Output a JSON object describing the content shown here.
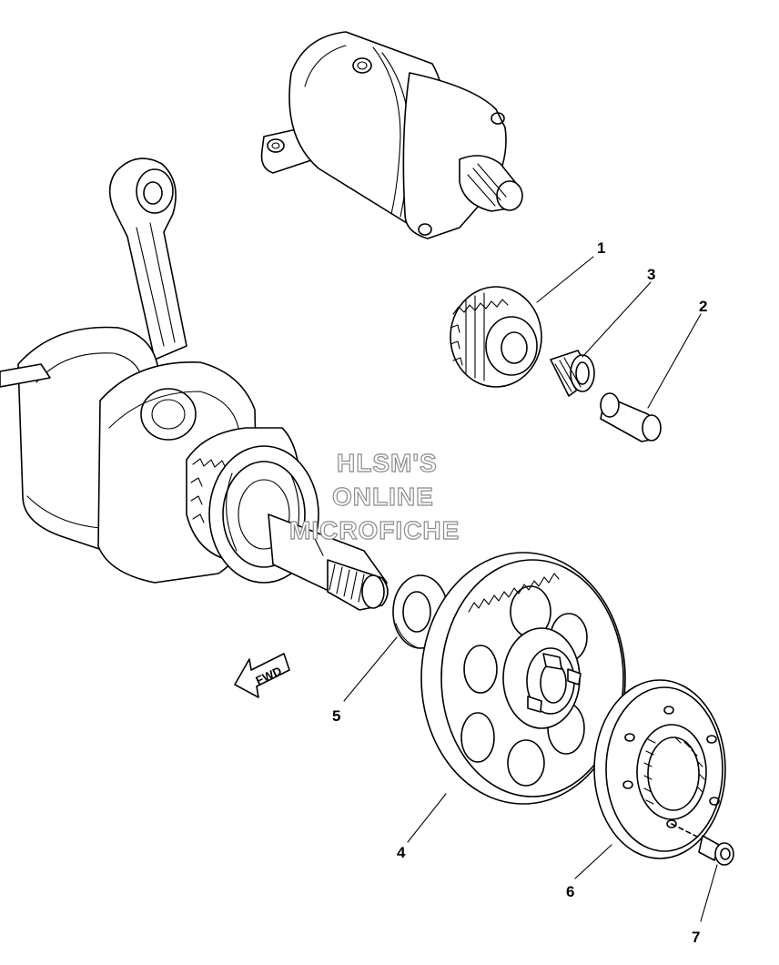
{
  "watermark": {
    "line1": "HLSM'S",
    "line2": "ONLINE",
    "line3": "MICROFICHE"
  },
  "fwd_label": "FWD",
  "callouts": [
    {
      "id": "1",
      "label": "1"
    },
    {
      "id": "2",
      "label": "2"
    },
    {
      "id": "3",
      "label": "3"
    },
    {
      "id": "4",
      "label": "4"
    },
    {
      "id": "5",
      "label": "5"
    },
    {
      "id": "6",
      "label": "6"
    },
    {
      "id": "7",
      "label": "7"
    }
  ],
  "colors": {
    "line": "#000000",
    "watermark_outline": "#8a8a8a",
    "background": "#ffffff"
  }
}
